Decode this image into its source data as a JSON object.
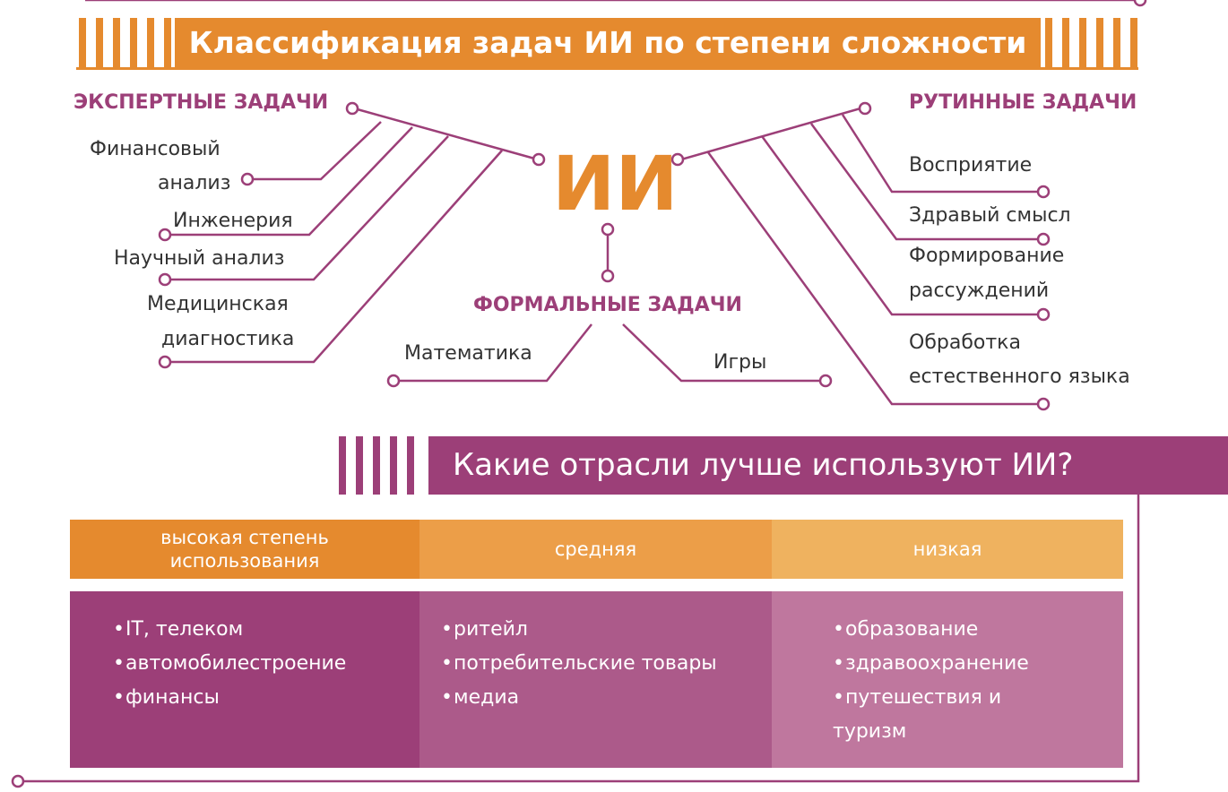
{
  "title": "Классификация задач ИИ по степени сложности",
  "center_label": "ИИ",
  "expert": {
    "heading": "ЭКСПЕРТНЫЕ ЗАДАЧИ",
    "items": [
      "Финансовый",
      "анализ",
      "Инженерия",
      "Научный анализ",
      "Медицинская",
      "диагностика"
    ]
  },
  "routine": {
    "heading": "РУТИННЫЕ ЗАДАЧИ",
    "items": [
      "Восприятие",
      "Здравый смысл",
      "Формирование",
      "рассуждений",
      "Обработка",
      "естественного языка"
    ]
  },
  "formal": {
    "heading": "ФОРМАЛЬНЫЕ ЗАДАЧИ",
    "items": [
      "Математика",
      "Игры"
    ]
  },
  "industries": {
    "title": "Какие отрасли лучше используют ИИ?",
    "columns": [
      {
        "header_line1": "высокая степень",
        "header_line2": "использования",
        "items": [
          "IT, телеком",
          "автомобилестроение",
          "финансы"
        ]
      },
      {
        "header_line1": "средняя",
        "header_line2": "",
        "items": [
          "ритейл",
          "потребительские товары",
          "медиа"
        ]
      },
      {
        "header_line1": "низкая",
        "header_line2": "",
        "items": [
          "образование",
          "здравоохранение",
          "путешествия и туризм"
        ]
      }
    ]
  },
  "colors": {
    "orange": "#e58a2e",
    "purple": "#9c3f78",
    "col1_header": "#e58a2e",
    "col2_header": "#ec9e48",
    "col3_header": "#efb25f",
    "col1_body": "#9c3f78",
    "col2_body": "#ac5a8a",
    "col3_body": "#bf779e"
  }
}
